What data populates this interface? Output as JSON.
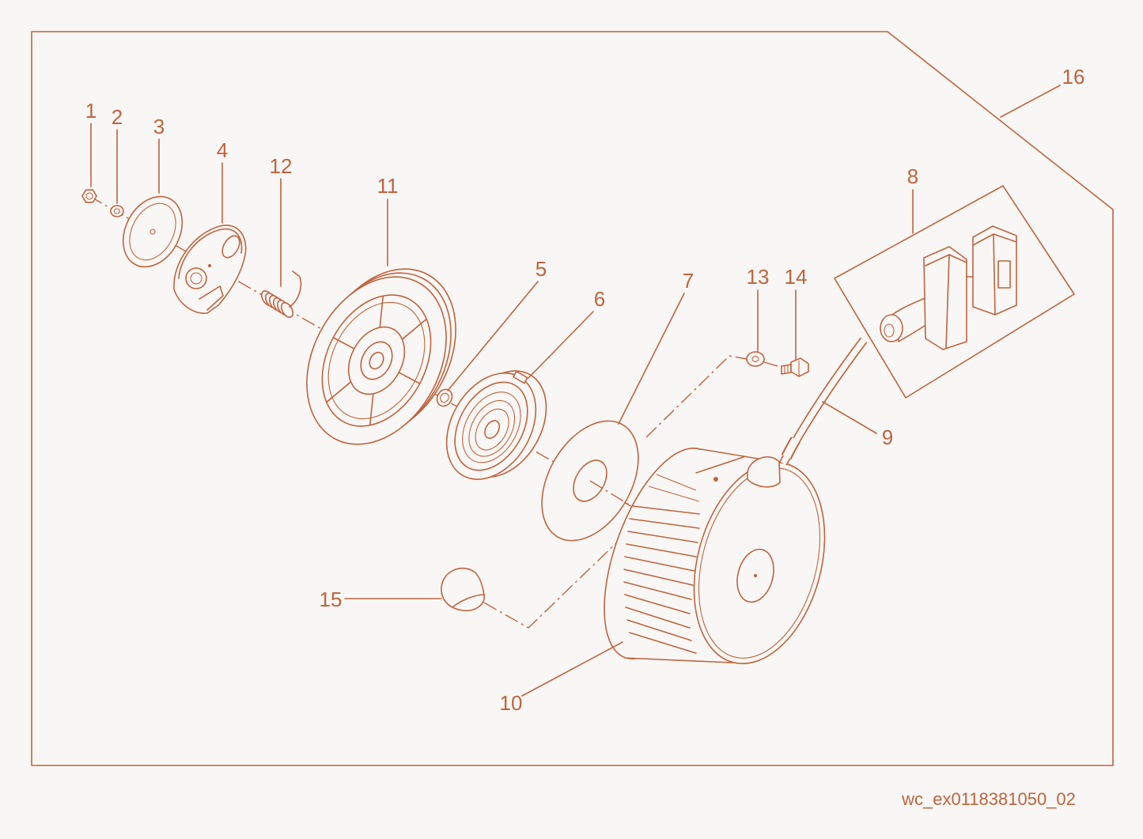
{
  "callouts": [
    "1",
    "2",
    "3",
    "4",
    "5",
    "6",
    "7",
    "8",
    "9",
    "10",
    "11",
    "12",
    "13",
    "14",
    "15",
    "16"
  ],
  "drawing_code": "wc_ex0118381050_02",
  "colors": {
    "line": "#c0633d",
    "background": "#f9f7f5"
  }
}
